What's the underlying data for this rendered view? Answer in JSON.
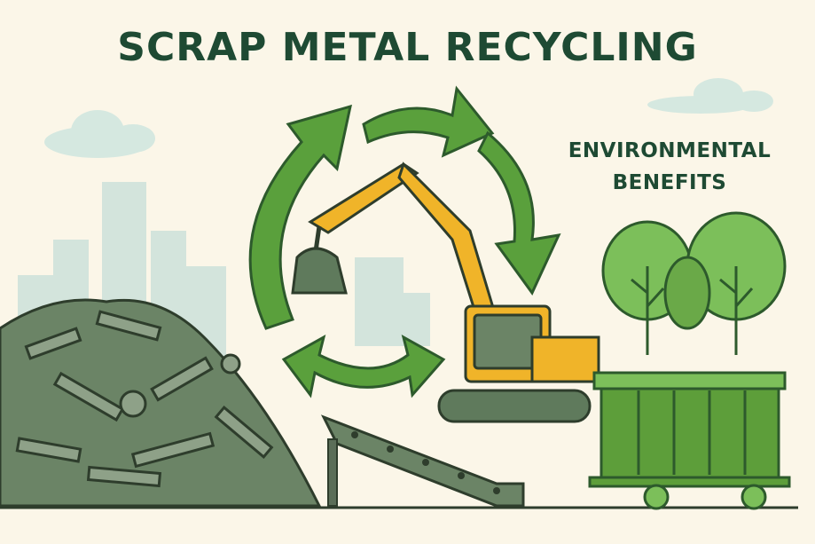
{
  "title": "SCRAP METAL RECYCLING",
  "benefits": {
    "line1": "ENVIRONMENTAL",
    "line2": "BENEFITS"
  },
  "colors": {
    "background": "#fbf6e8",
    "title": "#1e4a33",
    "arrow": "#5aa03c",
    "excavator": "#f0b429",
    "tree": "#7cbf5a",
    "container": "#5d9e3a",
    "scrap": "#5f7a5c",
    "skyline": "#cde0d8"
  }
}
